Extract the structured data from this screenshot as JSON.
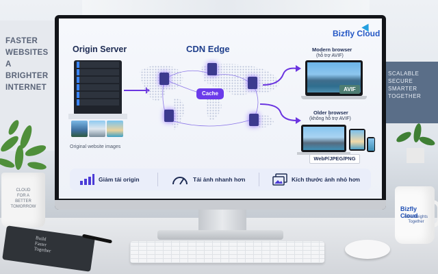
{
  "background": {
    "left_poster": [
      "FASTER",
      "WEBSITES",
      "A BRIGHTER",
      "INTERNET"
    ],
    "right_poster": [
      "SCALABLE",
      "SECURE",
      "SMARTER",
      "TOGETHER"
    ],
    "pot_text": [
      "CLOUD",
      "FOR A",
      "BETTER",
      "TOMORROW"
    ],
    "notebook_text": [
      "Build",
      "Faster",
      "Together"
    ],
    "mug_brand": "Bizfly Cloud",
    "mug_tagline": "New Heights Together"
  },
  "screen": {
    "brand": "Bizfly Cloud",
    "origin_title": "Origin Server",
    "origin_caption": "Original website images",
    "cdn_title": "CDN Edge",
    "cache_label": "Cache",
    "modern": {
      "title": "Modern browser",
      "subtitle": "(hỗ trợ AVIF)",
      "badge": "AVIF"
    },
    "older": {
      "title": "Older browser",
      "subtitle": "(không hỗ trợ AVIF)",
      "badge": "WebP/JPEG/PNG"
    },
    "features": [
      {
        "icon": "bar-chart-icon",
        "label": "Giảm tải origin"
      },
      {
        "icon": "speedometer-icon",
        "label": "Tải ảnh nhanh hơn"
      },
      {
        "icon": "images-icon",
        "label": "Kích thước ảnh nhỏ hơn"
      }
    ]
  },
  "colors": {
    "accent_purple": "#6b3bea",
    "brand_blue": "#2457c5",
    "heading_navy": "#1d2b53"
  }
}
